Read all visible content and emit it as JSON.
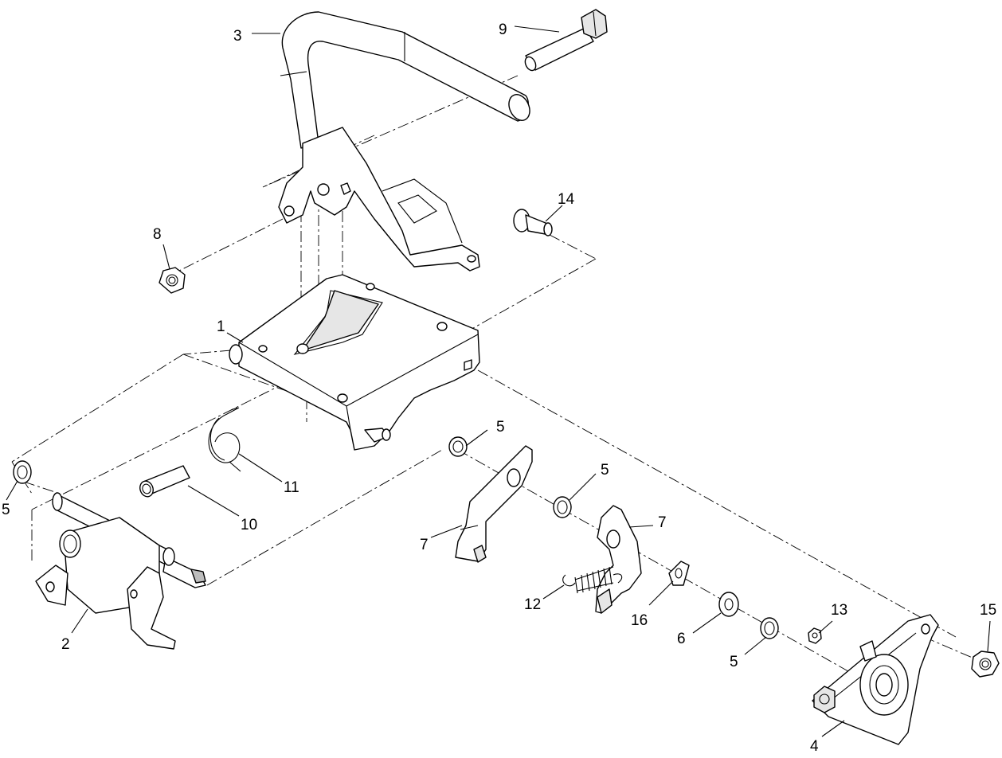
{
  "callouts": [
    {
      "id": "c-1",
      "text": "1"
    },
    {
      "id": "c-2",
      "text": "2"
    },
    {
      "id": "c-3",
      "text": "3"
    },
    {
      "id": "c-4",
      "text": "4"
    },
    {
      "id": "c-5a",
      "text": "5"
    },
    {
      "id": "c-5b",
      "text": "5"
    },
    {
      "id": "c-5c",
      "text": "5"
    },
    {
      "id": "c-5d",
      "text": "5"
    },
    {
      "id": "c-6",
      "text": "6"
    },
    {
      "id": "c-7a",
      "text": "7"
    },
    {
      "id": "c-7b",
      "text": "7"
    },
    {
      "id": "c-8",
      "text": "8"
    },
    {
      "id": "c-9",
      "text": "9"
    },
    {
      "id": "c-10",
      "text": "10"
    },
    {
      "id": "c-11",
      "text": "11"
    },
    {
      "id": "c-12",
      "text": "12"
    },
    {
      "id": "c-13",
      "text": "13"
    },
    {
      "id": "c-14",
      "text": "14"
    },
    {
      "id": "c-15",
      "text": "15"
    },
    {
      "id": "c-16",
      "text": "16"
    }
  ]
}
